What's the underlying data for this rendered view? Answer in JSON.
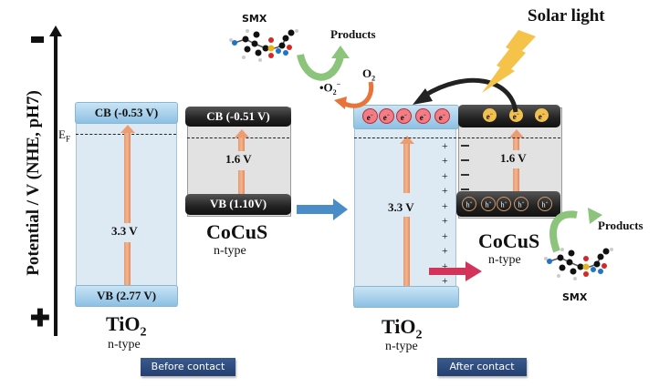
{
  "axis": {
    "label": "Potential / V (NHE, pH7)",
    "negative_symbol": "minus-sign",
    "positive_symbol": "plus-sign"
  },
  "fermi_label": "E",
  "fermi_sub": "F",
  "before": {
    "tio2": {
      "cb": "CB (-0.53 V)",
      "vb": "VB (2.77 V)",
      "gap": "3.3 V",
      "name": "TiO",
      "name_sub": "2",
      "type": "n-type"
    },
    "cocus": {
      "cb": "CB (-0.51 V)",
      "vb": "VB (1.10V)",
      "gap": "1.6 V",
      "name": "CoCuS",
      "type": "n-type"
    },
    "caption": "Before contact"
  },
  "after": {
    "tio2": {
      "gap": "3.3 V",
      "name": "TiO",
      "name_sub": "2",
      "type": "n-type",
      "electrons": [
        "e-",
        "e-",
        "e-",
        "e-",
        "e-"
      ]
    },
    "cocus": {
      "gap": "1.6 V",
      "name": "CoCuS",
      "type": "n-type",
      "electrons": [
        "e-",
        "e-",
        "e-"
      ],
      "holes": [
        "h+",
        "h+",
        "h+",
        "h+",
        "h+"
      ]
    },
    "caption": "After contact",
    "plus_count": 10,
    "minus_count": 4
  },
  "labels": {
    "solar_light": "Solar light",
    "smx_top": "SMX",
    "smx_bottom": "SMX",
    "products_top": "Products",
    "products_bottom": "Products",
    "o2": "O",
    "o2_sub": "2",
    "superoxide": "•O",
    "superoxide_sub": "2",
    "superoxide_sup": "−"
  },
  "colors": {
    "tio2_fill": "#dde9f3",
    "tio2_band": "#9fcbe8",
    "cocus_fill": "#e2e2e3",
    "cocus_band": "#222222",
    "electron_red": "#f27d85",
    "electron_yellow": "#f2c04e",
    "gap_arrow": "#ec9c70",
    "green_arrow": "#8cc47c",
    "orange_arrow": "#e8743a",
    "blue_arrow": "#4a8cc8",
    "red_arrow": "#d2345a",
    "lightning": "#f5c24a",
    "caption_bg": "#2b4778"
  }
}
